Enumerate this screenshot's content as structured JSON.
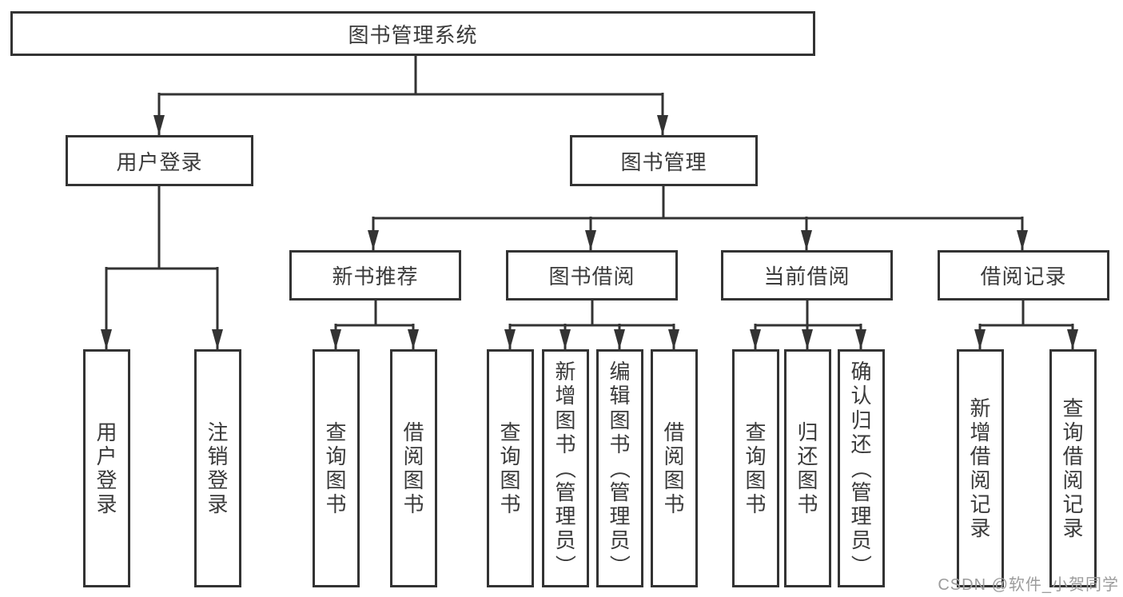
{
  "diagram_title": "图书管理系统",
  "nodes": {
    "root": "图书管理系统",
    "level2": {
      "user_login": "用户登录",
      "book_management": "图书管理"
    },
    "level3": {
      "new_book_recommend": "新书推荐",
      "book_borrowing": "图书借阅",
      "current_borrowing": "当前借阅",
      "borrowing_records": "借阅记录"
    },
    "leaves": {
      "user_login": "用户登录",
      "logout": "注销登录",
      "nbr_query_books": "查询图书",
      "nbr_borrow_books": "借阅图书",
      "bb_query_books": "查询图书",
      "bb_add_books": "新增图书（管理员）",
      "bb_edit_books": "编辑图书（管理员）",
      "bb_borrow_books": "借阅图书",
      "cb_query_books": "查询图书",
      "cb_return_books": "归还图书",
      "cb_confirm_return": "确认归还（管理员）",
      "br_add_record": "新增借阅记录",
      "br_query_record": "查询借阅记录"
    }
  },
  "watermark": "CSDN @软件_小贺同学",
  "colors": {
    "line": "#333333",
    "text": "#3a3a3a",
    "watermark": "#9c9c9c",
    "background": "#ffffff"
  }
}
